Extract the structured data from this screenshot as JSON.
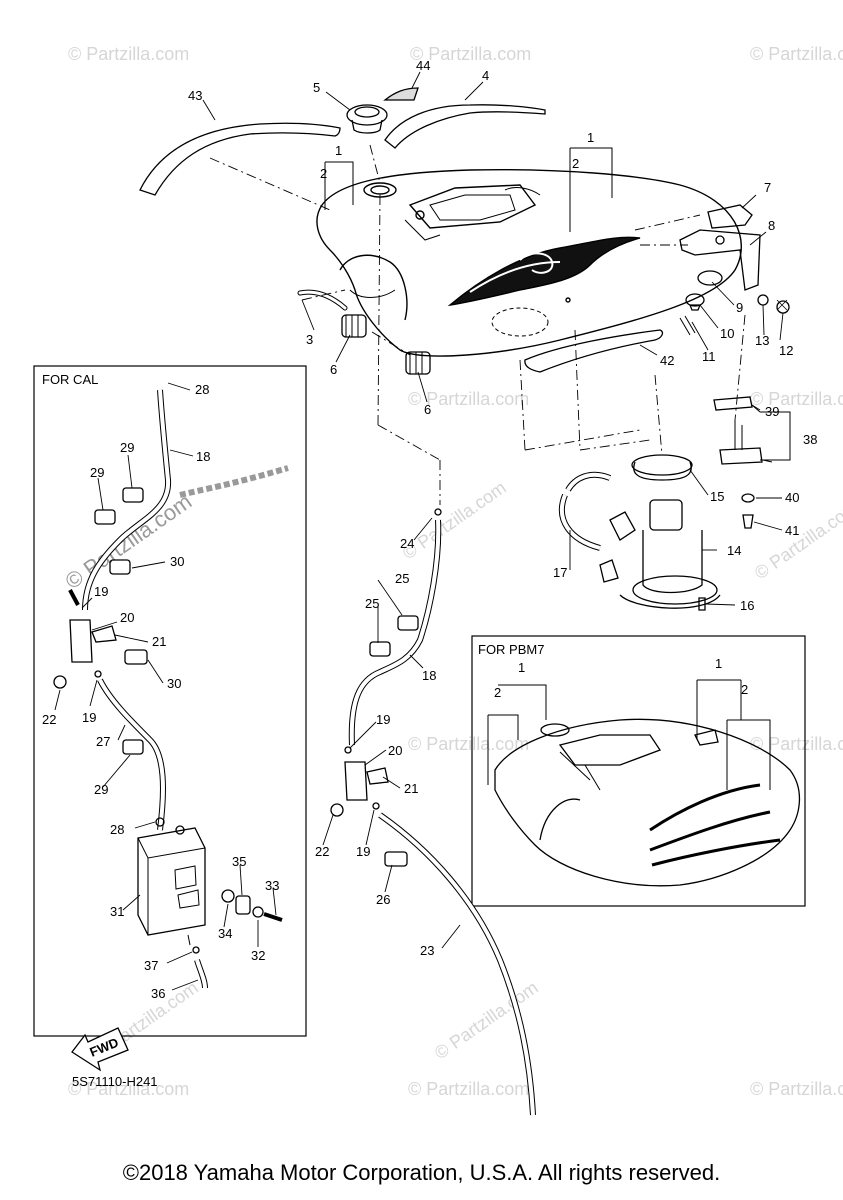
{
  "box_titles": {
    "cal": "FOR CAL",
    "pbm7": "FOR PBM7"
  },
  "diagram_code": "5S71110-H241",
  "fwd_label": "FWD",
  "watermark_text": "© Partzilla.com",
  "watermark_center_text": "© Partzilla.com",
  "copyright": "©2018 Yamaha Motor Corporation, U.S.A. All rights reserved.",
  "callouts": {
    "c43": "43",
    "c44": "44",
    "c4": "4",
    "c5": "5",
    "c1a": "1",
    "c2a": "2",
    "c1b": "1",
    "c2b": "2",
    "c7": "7",
    "c8": "8",
    "c9": "9",
    "c10": "10",
    "c11": "11",
    "c12": "12",
    "c13": "13",
    "c3": "3",
    "c6a": "6",
    "c6b": "6",
    "c42": "42",
    "c39": "39",
    "c38": "38",
    "c40": "40",
    "c41": "41",
    "c15": "15",
    "c14": "14",
    "c16": "16",
    "c17": "17",
    "c24": "24",
    "c28a": "28",
    "c18a": "18",
    "c29a": "29",
    "c29b": "29",
    "c30a": "30",
    "c19a": "19",
    "c20a": "20",
    "c21a": "21",
    "c30b": "30",
    "c22a": "22",
    "c19b": "19",
    "c27": "27",
    "c29c": "29",
    "c28b": "28",
    "c31": "31",
    "c35": "35",
    "c33": "33",
    "c34": "34",
    "c32": "32",
    "c37": "37",
    "c36": "36",
    "c25a": "25",
    "c25b": "25",
    "c18b": "18",
    "c19c": "19",
    "c20b": "20",
    "c21b": "21",
    "c22b": "22",
    "c19d": "19",
    "c26": "26",
    "c23": "23",
    "p1a": "1",
    "p2a": "2",
    "p1b": "1",
    "p2b": "2"
  }
}
